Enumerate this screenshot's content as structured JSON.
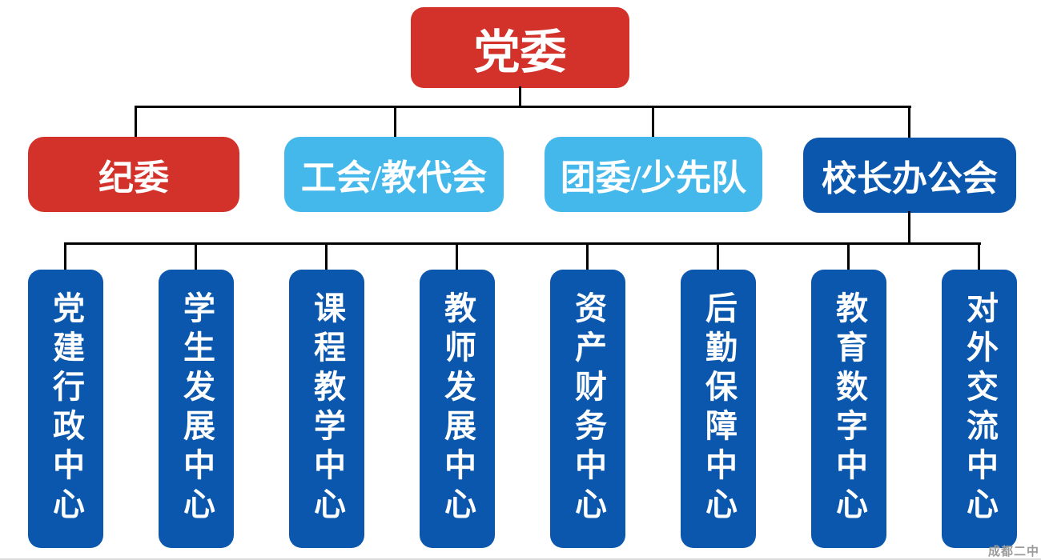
{
  "page": {
    "watermark": "成都二中"
  },
  "colors": {
    "red": "#d3322b",
    "light_blue": "#45b8eb",
    "dark_blue": "#0a57ad",
    "line": "#000000",
    "watermark_gray": "#9b9b9b",
    "footer_line": "#dadada",
    "text_white": "#ffffff"
  },
  "org_chart": {
    "root": {
      "label": "党委",
      "color": "red"
    },
    "level2": [
      {
        "label": "纪委",
        "color": "red"
      },
      {
        "label": "工会/教代会",
        "color": "light_blue"
      },
      {
        "label": "团委/少先队",
        "color": "light_blue"
      },
      {
        "label": "校长办公会",
        "color": "dark_blue"
      }
    ],
    "level3_parent": "校长办公会",
    "centers": [
      {
        "label": "党建行政中心"
      },
      {
        "label": "学生发展中心"
      },
      {
        "label": "课程教学中心"
      },
      {
        "label": "教师发展中心"
      },
      {
        "label": "资产财务中心"
      },
      {
        "label": "后勤保障中心"
      },
      {
        "label": "教育数字中心"
      },
      {
        "label": "对外交流中心"
      }
    ]
  }
}
